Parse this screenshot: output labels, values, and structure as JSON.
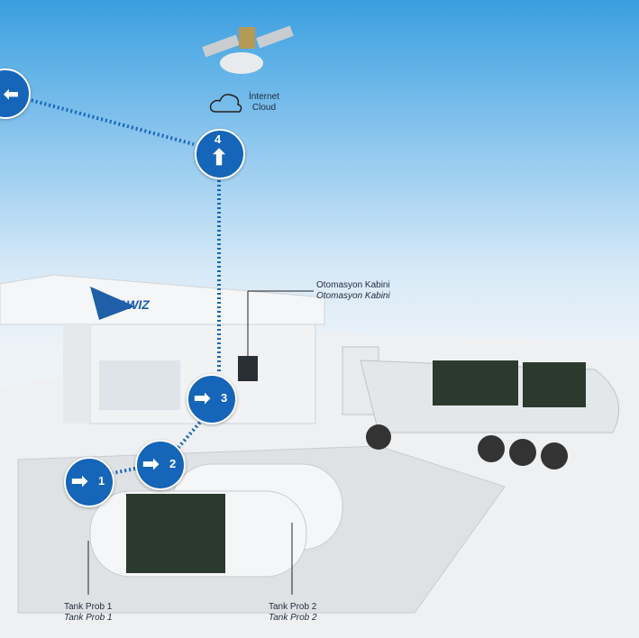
{
  "cloud": {
    "line1": "İnternet",
    "line2": "Cloud"
  },
  "cabinet": {
    "line1": "Otomasyon Kabini",
    "line2": "Otomasyon Kabini"
  },
  "probe1": {
    "line1": "Tank Prob 1",
    "line2": "Tank Prob 1"
  },
  "probe2": {
    "line1": "Tank Prob 2",
    "line2": "Tank Prob 2"
  },
  "logo": "STAWIZ",
  "steps": [
    "1",
    "2",
    "3",
    "4"
  ],
  "colors": {
    "accent": "#1565b8",
    "sky": "#3a9fe0"
  }
}
